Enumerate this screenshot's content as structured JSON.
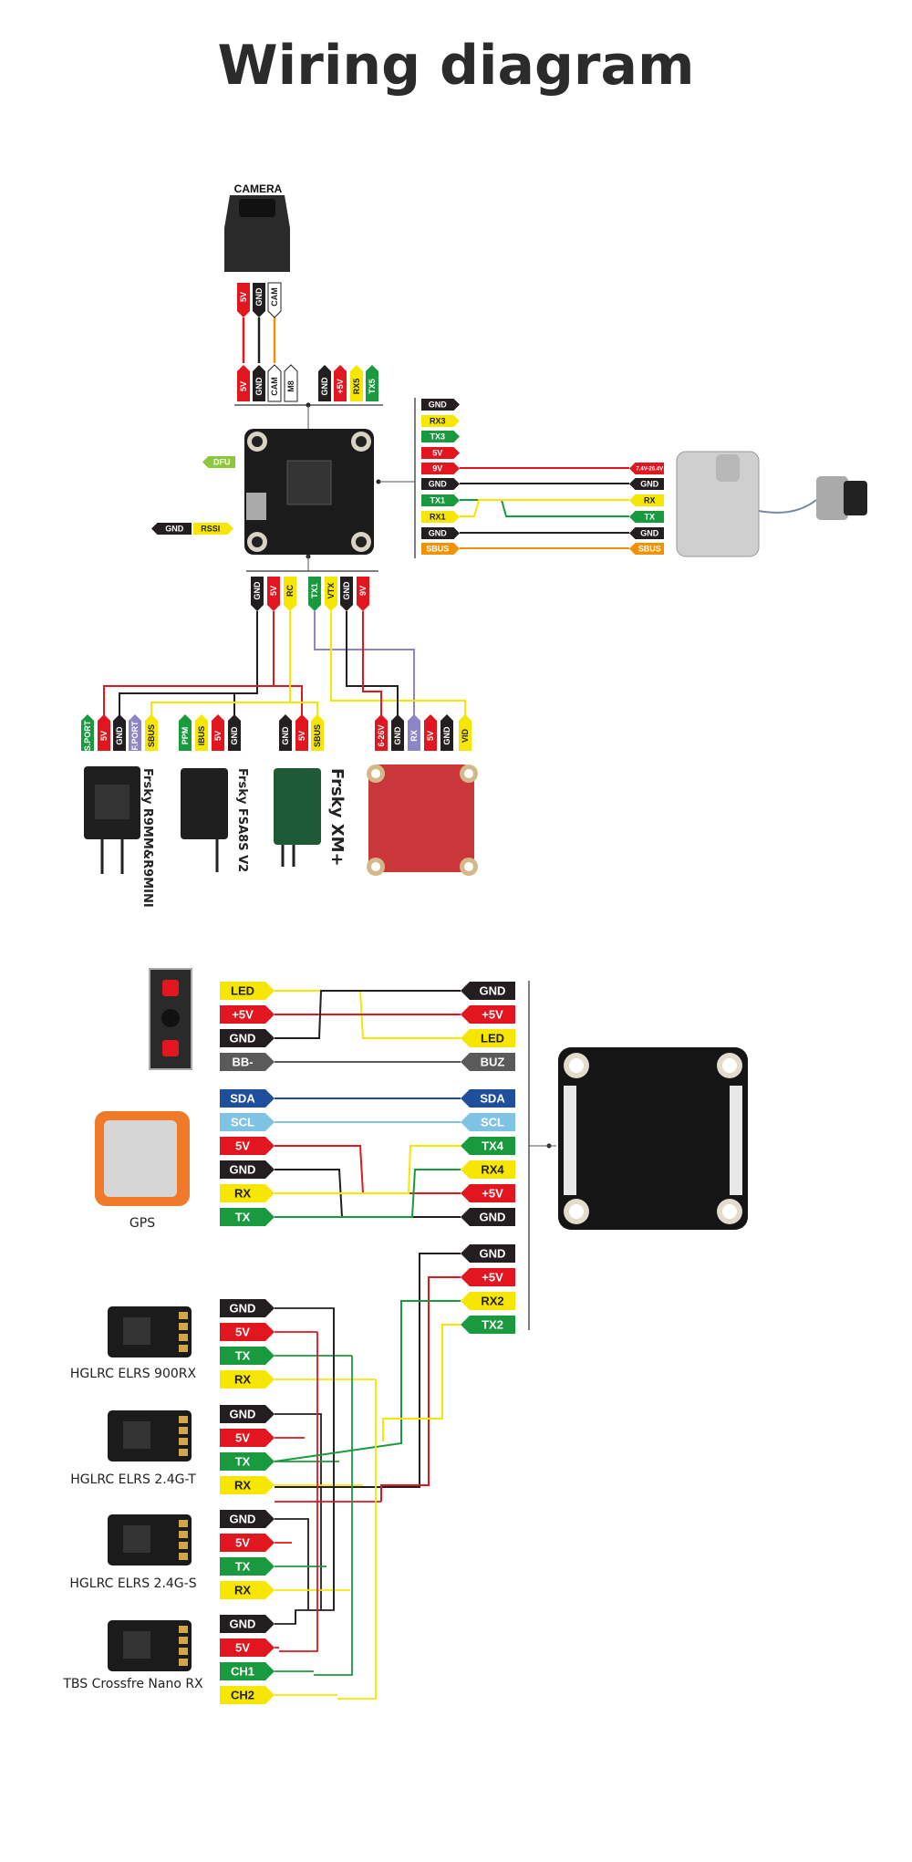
{
  "title": "Wiring diagram",
  "colors": {
    "red": "#e2161f",
    "black": "#231f20",
    "yellow": "#f7e600",
    "green": "#1a9a3f",
    "orange": "#f39200",
    "blue": "#1f4e9c",
    "lightblue": "#7ec3e3",
    "purple": "#8a86c8",
    "gray": "#5a5a5a",
    "lime": "#8dc63f",
    "white": "#ffffff"
  },
  "top": {
    "camera_label": "CAMERA",
    "camera_pins": [
      "5V",
      "GND",
      "CAM"
    ],
    "fc_top_pins": [
      "5V",
      "GND",
      "CAM",
      "M8",
      "GND",
      "+5V",
      "RX5",
      "TX5"
    ],
    "dfu_label": "DFU",
    "rssi_labels": [
      "GND",
      "RSSI"
    ],
    "right_pins": [
      "GND",
      "RX3",
      "TX3",
      "5V",
      "9V",
      "GND",
      "TX1",
      "RX1",
      "GND",
      "SBUS"
    ],
    "vtx_pins": [
      "7.4V-26.4V",
      "GND",
      "RX",
      "TX",
      "GND",
      "SBUS"
    ],
    "bottom_pins": [
      "GND",
      "5V",
      "RC",
      "TX1",
      "VTX",
      "GND",
      "9V"
    ],
    "rx_pins": [
      "S.PORT",
      "5V",
      "GND",
      "F.PORT",
      "SBUS",
      "PPM",
      "IBUS",
      "5V",
      "GND",
      "GND",
      "5V",
      "SBUS"
    ],
    "vtx2_pins": [
      "6-26V",
      "GND",
      "RX",
      "5V",
      "GND",
      "VID"
    ],
    "devices": [
      "Frsky R9MM&R9MINI",
      "Frsky FSA8S V2",
      "Frsky XM+"
    ]
  },
  "bottom": {
    "buzzer_left": [
      "LED",
      "+5V",
      "GND",
      "BB-"
    ],
    "buzzer_right": [
      "GND",
      "+5V",
      "LED",
      "BUZ"
    ],
    "gps_left": [
      "SDA",
      "SCL",
      "5V",
      "GND",
      "RX",
      "TX"
    ],
    "gps_right": [
      "SDA",
      "SCL",
      "TX4",
      "RX4",
      "+5V",
      "GND"
    ],
    "gps_label": "GPS",
    "rx_right": [
      "GND",
      "+5V",
      "RX2",
      "TX2"
    ],
    "receivers": [
      {
        "name": "HGLRC ELRS 900RX",
        "pins": [
          "GND",
          "5V",
          "TX",
          "RX"
        ]
      },
      {
        "name": "HGLRC ELRS 2.4G-T",
        "pins": [
          "GND",
          "5V",
          "TX",
          "RX"
        ]
      },
      {
        "name": "HGLRC ELRS 2.4G-S",
        "pins": [
          "GND",
          "5V",
          "TX",
          "RX"
        ]
      },
      {
        "name": "TBS Crossfre Nano RX",
        "pins": [
          "GND",
          "5V",
          "CH1",
          "CH2"
        ]
      }
    ]
  }
}
